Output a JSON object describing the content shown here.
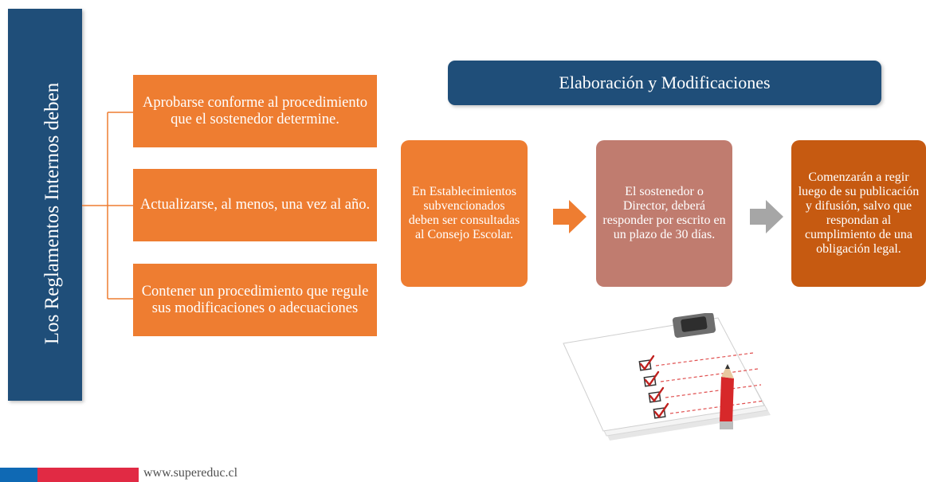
{
  "left_panel": {
    "title": "Los Reglamentos Internos deben"
  },
  "requirements": [
    {
      "text": "Aprobarse conforme al procedimiento que el sostenedor determine."
    },
    {
      "text": "Actualizarse, al menos, una vez al año."
    },
    {
      "text": "Contener un procedimiento que regule sus modificaciones o adecuaciones"
    }
  ],
  "section_header": "Elaboración y Modificaciones",
  "process_steps": [
    {
      "text": "En Establecimientos subvencionados deben ser consultadas al Consejo Escolar."
    },
    {
      "text": "El sostenedor o Director, deberá responder por escrito en un plazo de 30 días."
    },
    {
      "text": "Comenzarán a regir luego de su publicación y difusión, salvo que respondan al cumplimiento de una obligación legal."
    }
  ],
  "footer": {
    "url": "www.supereduc.cl"
  },
  "colors": {
    "navy": "#1f4e79",
    "orange": "#ee7d31",
    "rose": "#c07c6f",
    "dark_orange": "#c65a11",
    "gray_arrow": "#a6a6a6",
    "footer_blue": "#0f69b4",
    "footer_red": "#e12a44"
  },
  "icons": [
    "right-arrow-icon",
    "checklist-illustration-icon"
  ]
}
